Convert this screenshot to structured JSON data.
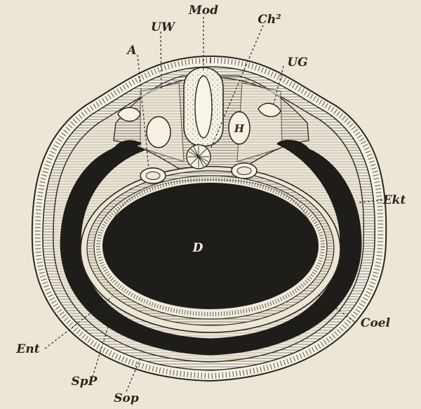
{
  "figure": {
    "center_label": "D",
    "labels": {
      "mod": "Mod",
      "ch2": "Ch²",
      "uw": "UW",
      "a": "A",
      "ug": "UG",
      "h": "H",
      "ekt": "Ekt",
      "coel": "Coel",
      "ent": "Ent",
      "spp": "SpP",
      "sop": "Sop"
    }
  },
  "colors": {
    "background": "#ebe6d6",
    "ink": "#2a2722",
    "fill_dark": "#1f1d1a",
    "hatch": "#6b665c"
  }
}
